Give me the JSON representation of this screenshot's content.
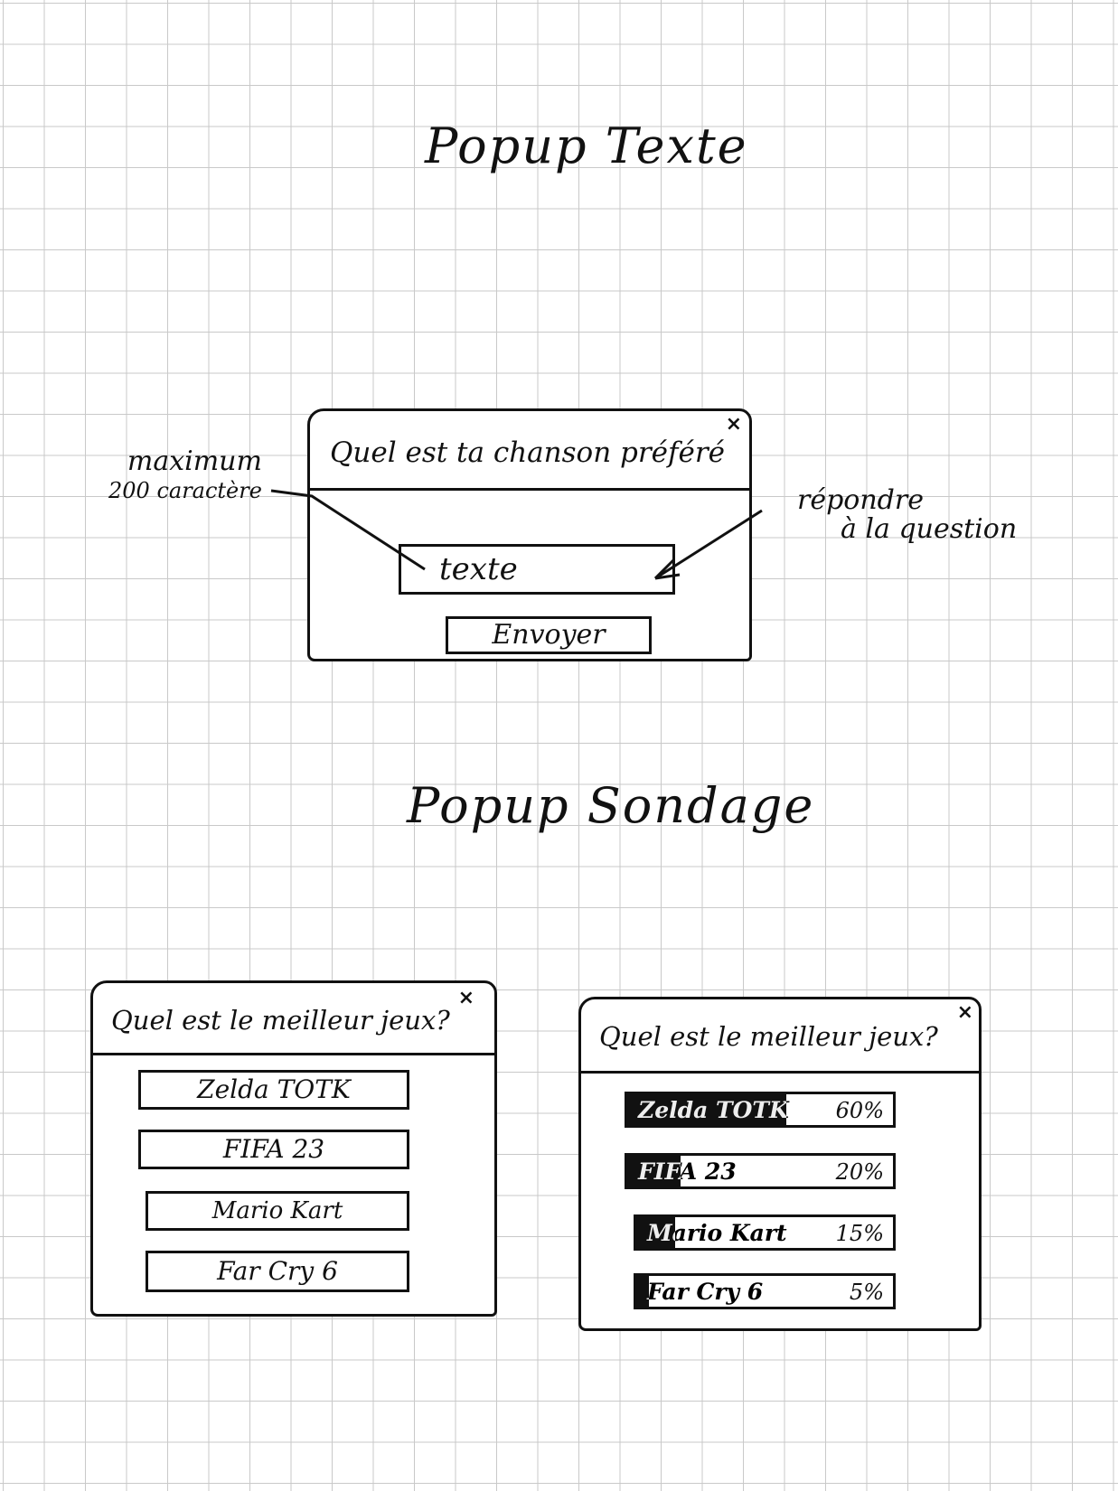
{
  "text_popup_heading": "Popup Texte",
  "text_popup": {
    "question": "Quel est ta chanson préféré",
    "close": "×",
    "input_placeholder": "texte",
    "send_button": "Envoyer"
  },
  "annotations": {
    "max_chars_line1": "maximum",
    "max_chars_line2": "200 caractère",
    "answer_line1": "répondre",
    "answer_line2": "à la question"
  },
  "poll_popup_heading": "Popup Sondage",
  "poll_question_popup": {
    "question": "Quel est le meilleur jeux?",
    "close": "×",
    "options": [
      "Zelda TOTK",
      "FIFA 23",
      "Mario Kart",
      "Far Cry 6"
    ]
  },
  "poll_results_popup": {
    "question": "Quel est le meilleur jeux?",
    "close": "×",
    "results": [
      {
        "label": "Zelda TOTK",
        "percent_label": "60%",
        "share": 0.6
      },
      {
        "label": "FIFA 23",
        "percent_label": "20%",
        "share": 0.2
      },
      {
        "label": "Mario Kart",
        "percent_label": "15%",
        "share": 0.15
      },
      {
        "label": "Far Cry 6",
        "percent_label": "5%",
        "share": 0.05
      }
    ]
  }
}
